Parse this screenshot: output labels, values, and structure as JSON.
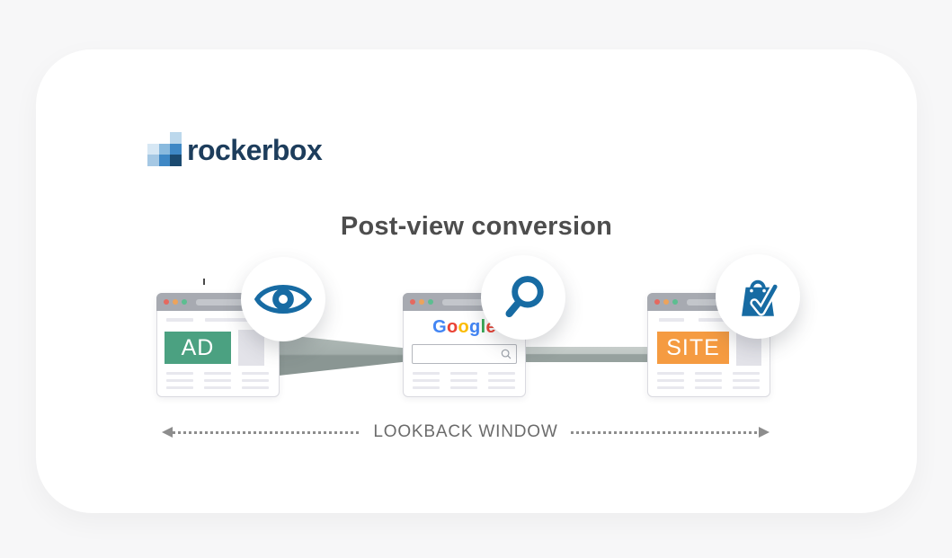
{
  "palette": {
    "page_bg": "#f7f7f8",
    "card_bg": "#ffffff",
    "icon_blue": "#176ba3",
    "ad_green": "#4ba181",
    "site_orange": "#f59b41",
    "beam_light": "#aeb8b5",
    "beam_dark": "#8a9693",
    "title_gray": "#4d4d4d",
    "lookback_gray": "#6b6b6b"
  },
  "brand": {
    "name": "rockerbox",
    "logo_pixels": [
      {
        "color": "#bcd8ec"
      },
      {
        "color": "#d6e7f4"
      },
      {
        "color": "#8abade"
      },
      {
        "color": "#3f88c5"
      },
      {
        "color": "#a5c8e4"
      },
      {
        "color": "#3f88c5"
      },
      {
        "color": "#1b4a70"
      }
    ]
  },
  "heading": {
    "title": "Post-view conversion"
  },
  "diagram": {
    "ad_window": {
      "label": "AD",
      "box_color": "#4ba181"
    },
    "search_window": {
      "logo_letters": [
        {
          "char": "G",
          "color": "#4285F4"
        },
        {
          "char": "o",
          "color": "#EA4335"
        },
        {
          "char": "o",
          "color": "#FBBC05"
        },
        {
          "char": "g",
          "color": "#4285F4"
        },
        {
          "char": "l",
          "color": "#34A853"
        },
        {
          "char": "e",
          "color": "#EA4335"
        }
      ],
      "search_value": ""
    },
    "site_window": {
      "label": "SITE",
      "box_color": "#f59b41"
    },
    "badges": [
      {
        "icon": "eye-icon"
      },
      {
        "icon": "magnifier-icon"
      },
      {
        "icon": "shopping-bag-check-icon"
      }
    ]
  },
  "lookback": {
    "label": "LOOKBACK WINDOW"
  }
}
